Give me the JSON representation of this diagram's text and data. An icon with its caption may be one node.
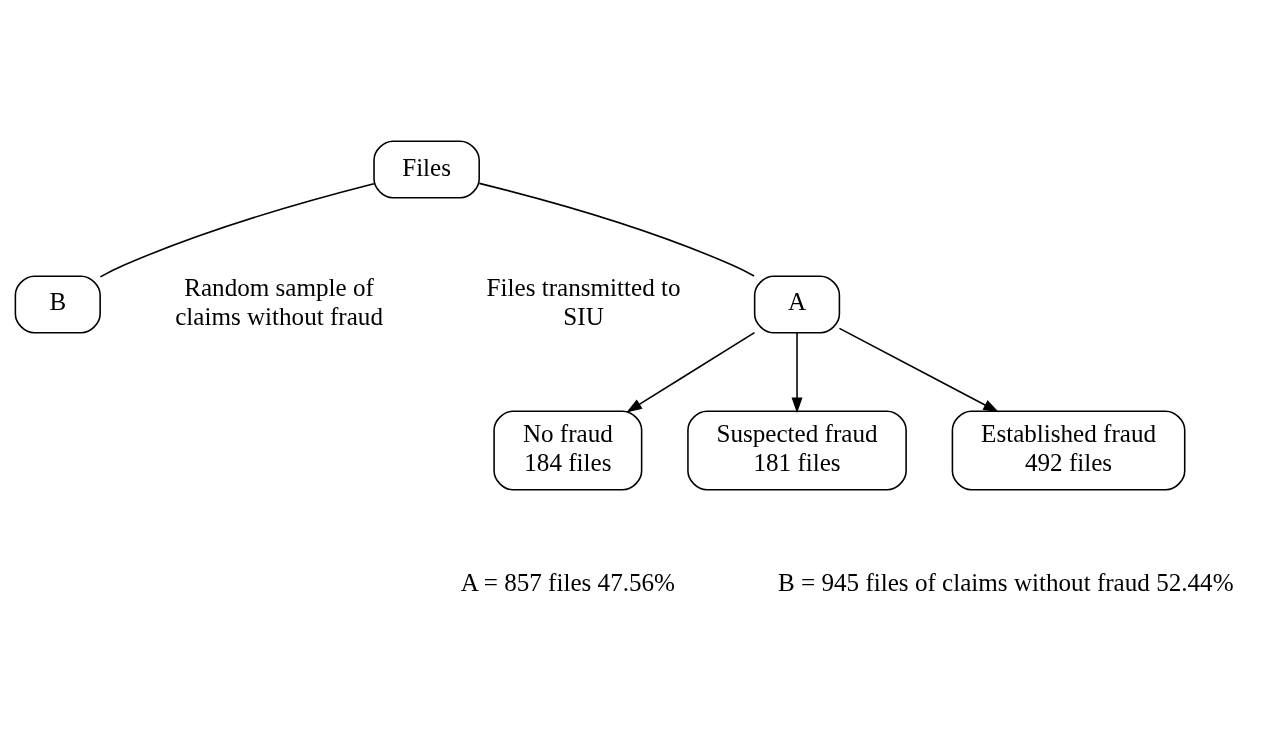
{
  "diagram": {
    "nodes": [
      {
        "text": [
          "Files"
        ]
      },
      {
        "text": [
          "A"
        ],
        "beside": [
          "Files transmitted to SIU"
        ]
      },
      {
        "text": [
          "B"
        ],
        "beside": [
          "Random sample of claims without fraud"
        ]
      },
      {
        "text": [
          "No fraud",
          "184 files"
        ]
      },
      {
        "text": [
          "Suspected fraud",
          "181 files"
        ]
      },
      {
        "text": [
          "Established fraud",
          "492 files"
        ]
      }
    ],
    "edges": [
      {
        "from": 0,
        "to": 1,
        "arrow": "none"
      },
      {
        "from": 0,
        "to": 2,
        "arrow": "none"
      },
      {
        "from": 1,
        "to": 3,
        "arrow": "to"
      },
      {
        "from": 1,
        "to": 4,
        "arrow": "to"
      },
      {
        "from": 1,
        "to": 5,
        "arrow": "to"
      }
    ],
    "labels": [
      "A = 857 files 47.56%",
      "B = 945 files of claims without fraud 52.44%"
    ]
  }
}
